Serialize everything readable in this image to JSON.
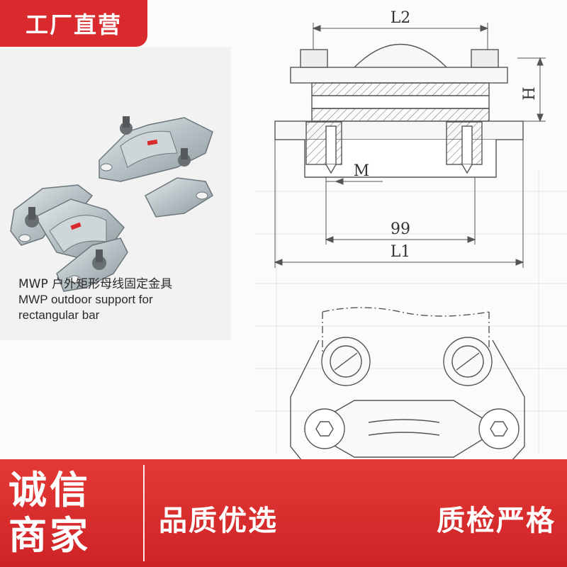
{
  "badge": {
    "label": "工厂直营"
  },
  "caption": {
    "line1": "MWP 户外矩形母线固定金具",
    "line2": "MWP outdoor support for",
    "line3": "rectangular bar"
  },
  "dimensions": {
    "l2": "L2",
    "h": "H",
    "m": "M",
    "span": "99",
    "l1": "L1"
  },
  "footer": {
    "left_line1": "诚信",
    "left_line2": "商家",
    "slogan1": "品质优选",
    "slogan2": "质检严格"
  },
  "colors": {
    "accent": "#d92a2d",
    "metal": "#b8c2c6",
    "line": "#555555"
  }
}
